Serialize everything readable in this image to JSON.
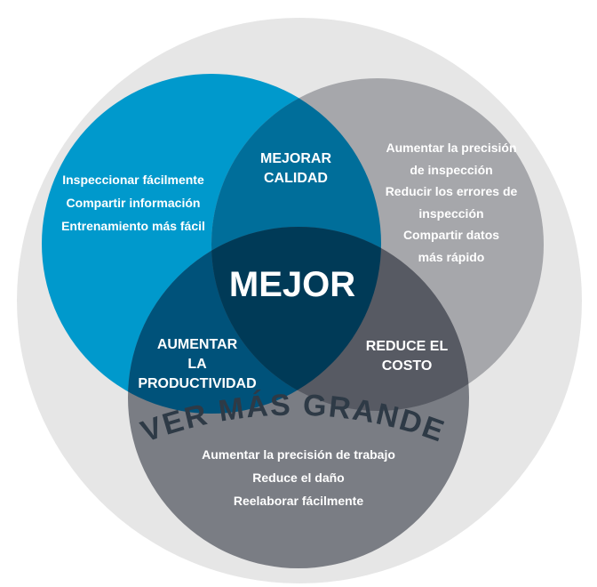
{
  "title": "VER MÁS GRANDE",
  "colors": {
    "outer": "#e6e6e6",
    "title": "#2e3a46",
    "blue": "#0099cc",
    "gray_right": "#a6a7ab",
    "gray_bottom": "#7a7d84",
    "blue_gray": "#006e9a",
    "blue_bottom": "#00527a",
    "gray_bottom_overlap": "#575a63",
    "center": "#003a57"
  },
  "center": "MEJOR",
  "overlaps": {
    "top": [
      "MEJORAR",
      "CALIDAD"
    ],
    "left": [
      "AUMENTAR",
      "LA",
      "PRODUCTIVIDAD"
    ],
    "right": [
      "REDUCE EL",
      "COSTO"
    ]
  },
  "circles": {
    "left": [
      "Inspeccionar fácilmente",
      "Compartir información",
      "Entrenamiento más fácil"
    ],
    "right": [
      "Aumentar la precisión",
      "de inspección",
      "Reducir los errores de",
      "inspección",
      "Compartir datos",
      "más rápido"
    ],
    "bottom": [
      "Aumentar la precisión de trabajo",
      "Reduce el daño",
      "Reelaborar fácilmente"
    ]
  }
}
